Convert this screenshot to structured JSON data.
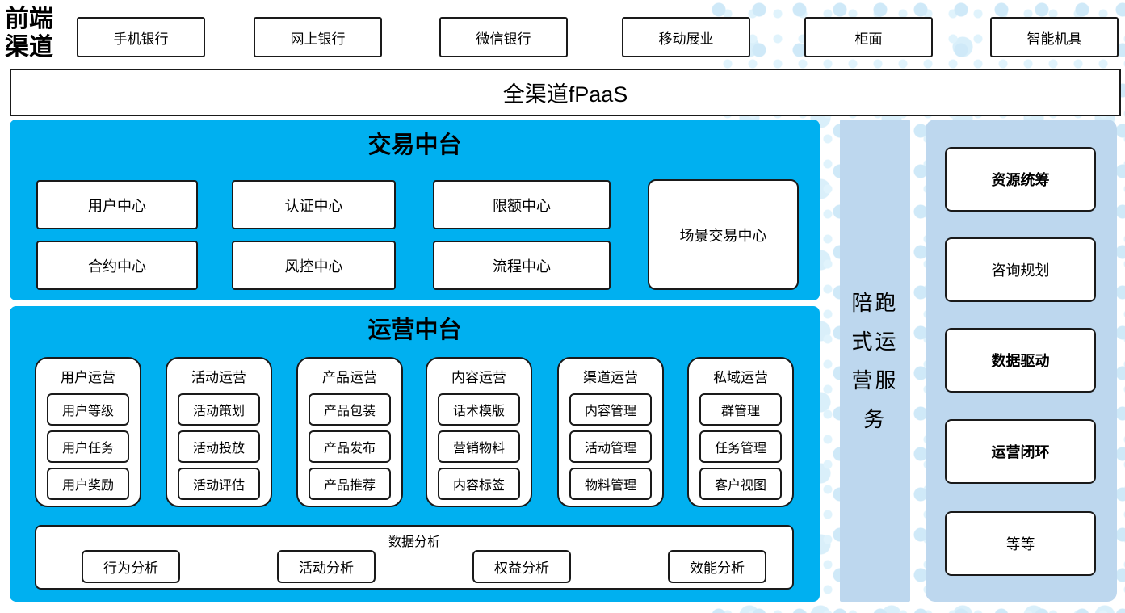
{
  "diagram": {
    "front_channels": {
      "label": "前端渠道",
      "items": [
        "手机银行",
        "网上银行",
        "微信银行",
        "移动展业",
        "柜面",
        "智能机具"
      ]
    },
    "fpaas": {
      "label": "全渠道fPaaS"
    },
    "transaction_platform": {
      "title": "交易中台",
      "centers": [
        "用户中心",
        "认证中心",
        "限额中心",
        "合约中心",
        "风控中心",
        "流程中心"
      ],
      "scene_center": "场景交易中心"
    },
    "operations_platform": {
      "title": "运营中台",
      "columns": [
        {
          "header": "用户运营",
          "items": [
            "用户等级",
            "用户任务",
            "用户奖励"
          ]
        },
        {
          "header": "活动运营",
          "items": [
            "活动策划",
            "活动投放",
            "活动评估"
          ]
        },
        {
          "header": "产品运营",
          "items": [
            "产品包装",
            "产品发布",
            "产品推荐"
          ]
        },
        {
          "header": "内容运营",
          "items": [
            "话术模版",
            "营销物料",
            "内容标签"
          ]
        },
        {
          "header": "渠道运营",
          "items": [
            "内容管理",
            "活动管理",
            "物料管理"
          ]
        },
        {
          "header": "私域运营",
          "items": [
            "群管理",
            "任务管理",
            "客户视图"
          ]
        }
      ],
      "data_analysis": {
        "title": "数据分析",
        "items": [
          "行为分析",
          "活动分析",
          "权益分析",
          "效能分析"
        ]
      }
    },
    "companion_service": {
      "label": "陪跑式运营服务"
    },
    "right_panel": {
      "items": [
        {
          "label": "资源统筹",
          "bold": true
        },
        {
          "label": "咨询规划",
          "bold": false
        },
        {
          "label": "数据驱动",
          "bold": true
        },
        {
          "label": "运营闭环",
          "bold": true
        },
        {
          "label": "等等",
          "bold": false
        }
      ]
    },
    "colors": {
      "platform_blue": "#00B0F0",
      "panel_blue": "#BDD7EE",
      "dot_blue": "#D5ECF9"
    }
  }
}
